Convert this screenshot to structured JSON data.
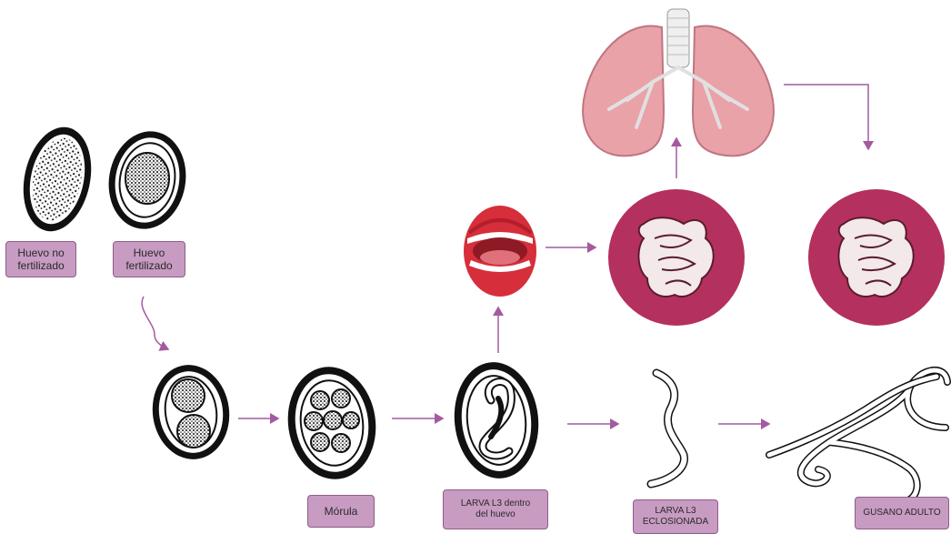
{
  "labels": {
    "unfertilized_egg": "Huevo no\nfertilizado",
    "fertilized_egg": "Huevo\nfertilizado",
    "morula": "Mórula",
    "larva_in_egg": "LARVA L3 dentro\ndel huevo",
    "hatched_larva": "LARVA L3\nECLOSIONADA",
    "adult_worm": "GUSANO ADULTO"
  },
  "colors": {
    "arrow": "#a45aa0",
    "label_fill": "#c79bc2",
    "label_border": "#8d5d88",
    "intestine_circle": "#b4305f",
    "lungs": "#e9a2a8"
  }
}
